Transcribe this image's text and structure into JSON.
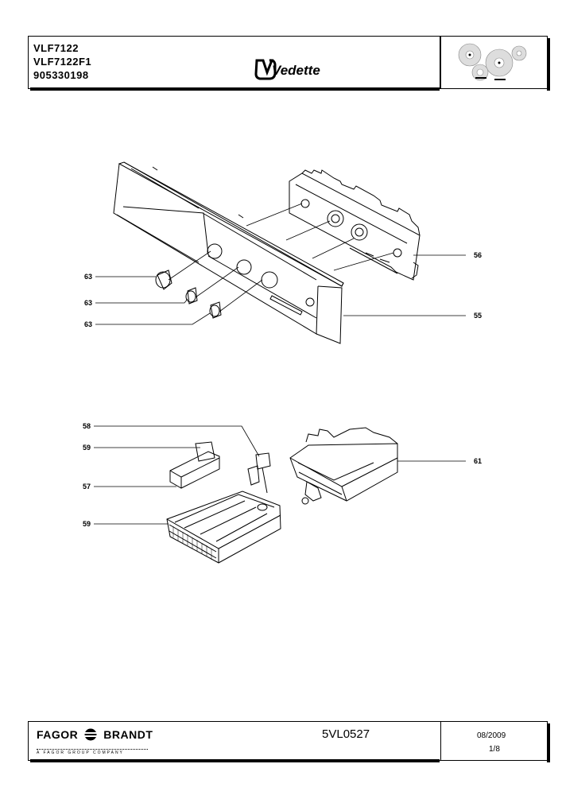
{
  "header": {
    "model_lines": [
      "VLF7122",
      "VLF7122F1",
      "905330198"
    ],
    "brand_logo_text": "Vedette"
  },
  "callouts": {
    "c63a": "63",
    "c63b": "63",
    "c63c": "63",
    "c56": "56",
    "c55": "55",
    "c58": "58",
    "c59a": "59",
    "c57": "57",
    "c59b": "59",
    "c61": "61"
  },
  "footer": {
    "brand": "FAGOR",
    "brand2": "BRANDT",
    "brand_sub": "A FAGOR GROUP COMPANY",
    "reference": "5VL0527",
    "date": "08/2009",
    "page": "1/8"
  },
  "icons": [
    "vedette-logo-icon",
    "gears-icon",
    "fagor-brandt-logo-icon"
  ]
}
